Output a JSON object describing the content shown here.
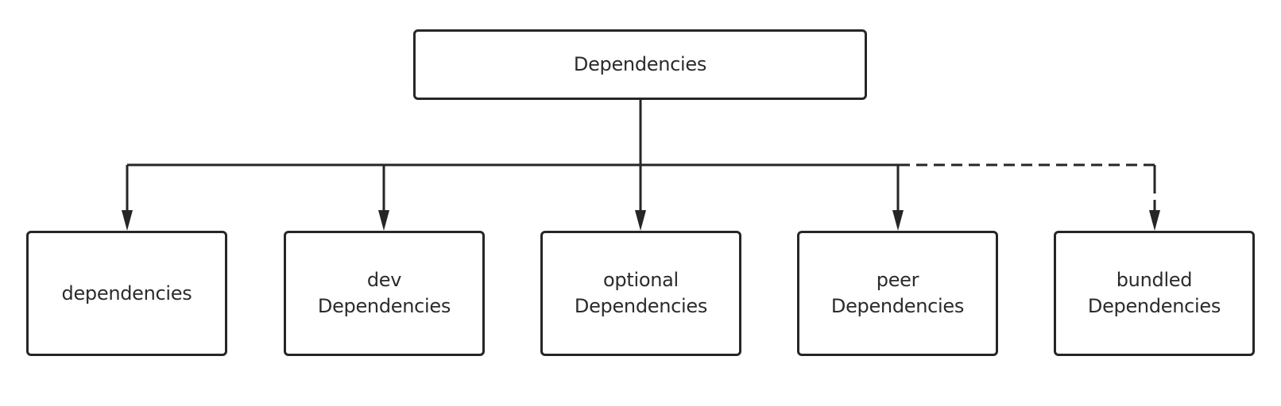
{
  "diagram": {
    "type": "tree",
    "root": {
      "label": "Dependencies"
    },
    "children": [
      {
        "label": "dependencies",
        "edge_style": "solid"
      },
      {
        "label": "dev\nDependencies",
        "edge_style": "solid"
      },
      {
        "label": "optional\nDependencies",
        "edge_style": "solid"
      },
      {
        "label": "peer\nDependencies",
        "edge_style": "solid"
      },
      {
        "label": "bundled\nDependencies",
        "edge_style": "dashed"
      }
    ],
    "colors": {
      "stroke": "#262626",
      "text": "#2b2b2b",
      "background": "#ffffff"
    }
  }
}
